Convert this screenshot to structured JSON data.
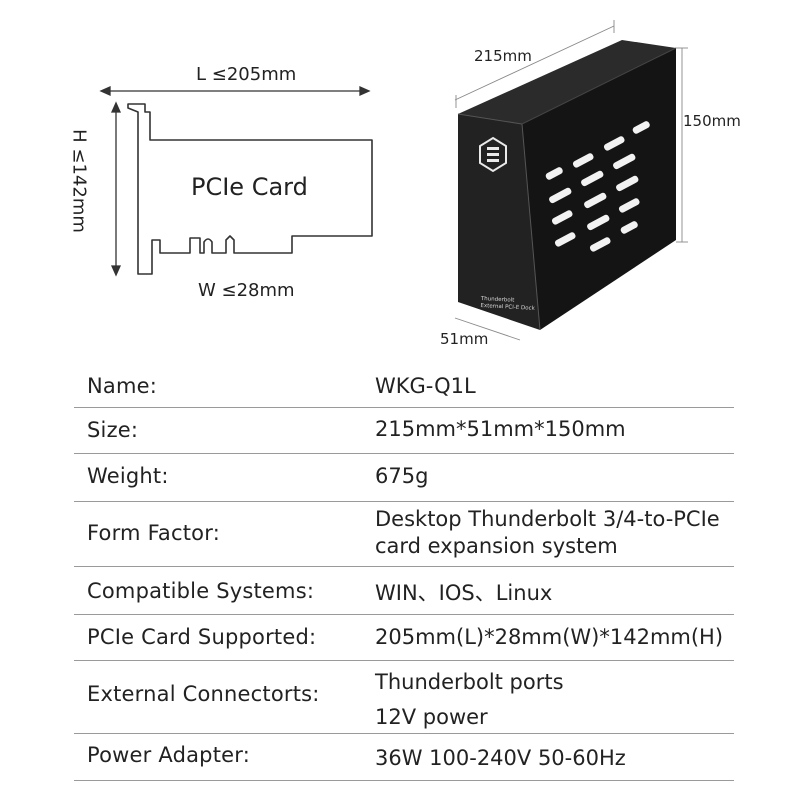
{
  "diagram": {
    "length_label": "L ≤205mm",
    "height_label": "H ≤142mm",
    "width_label": "W ≤28mm",
    "card_label": "PCIe Card",
    "line_color": "#333333"
  },
  "product": {
    "dim_length": "215mm",
    "dim_height": "150mm",
    "dim_depth": "51mm",
    "side_text_line1": "Thunderbolt",
    "side_text_line2": "External PCI-E Dock",
    "logo_icon": "hexagon-logo-icon",
    "body_color": "#1b1b1b",
    "top_color": "#2a2a2a",
    "side_color": "#111111"
  },
  "specs": [
    {
      "label": "Name:",
      "value": [
        "WKG-Q1L"
      ]
    },
    {
      "label": "Size:",
      "value": [
        "215mm*51mm*150mm"
      ]
    },
    {
      "label": "Weight:",
      "value": [
        "675g"
      ]
    },
    {
      "label": "Form Factor:",
      "value": [
        "Desktop Thunderbolt 3/4-to-PCIe",
        "card expansion system"
      ]
    },
    {
      "label": "Compatible Systems:",
      "value": [
        "WIN、IOS、Linux"
      ]
    },
    {
      "label": "PCIe Card Supported:",
      "value": [
        "205mm(L)*28mm(W)*142mm(H)"
      ]
    },
    {
      "label": "External Connectorts:",
      "value": [
        "Thunderbolt ports",
        "12V power"
      ]
    },
    {
      "label": "Power Adapter:",
      "value": [
        "36W 100-240V  50-60Hz"
      ]
    }
  ]
}
